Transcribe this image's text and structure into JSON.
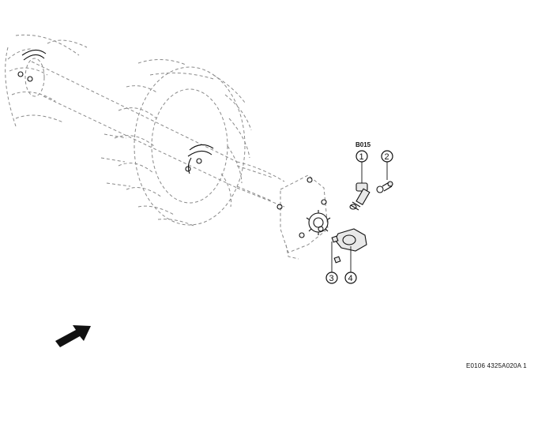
{
  "sensor_label": "B015",
  "callouts": [
    {
      "number": "1"
    },
    {
      "number": "2"
    },
    {
      "number": "3"
    },
    {
      "number": "4"
    }
  ],
  "reference_code": "E0106 4325A020A 1"
}
